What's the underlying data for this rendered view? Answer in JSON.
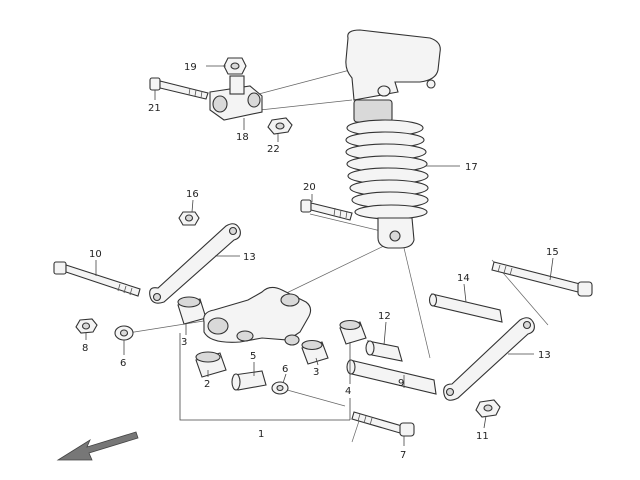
{
  "diagram": {
    "callouts": {
      "c1": "1",
      "c2": "2",
      "c3a": "3",
      "c3b": "3",
      "c4": "4",
      "c5": "5",
      "c6a": "6",
      "c6b": "6",
      "c7": "7",
      "c8": "8",
      "c9": "9",
      "c10": "10",
      "c11": "11",
      "c12": "12",
      "c13a": "13",
      "c13b": "13",
      "c14": "14",
      "c15": "15",
      "c16": "16",
      "c17": "17",
      "c18": "18",
      "c19": "19",
      "c20": "20",
      "c21": "21",
      "c22": "22"
    },
    "icons": {
      "direction": "front-arrow-icon"
    }
  }
}
